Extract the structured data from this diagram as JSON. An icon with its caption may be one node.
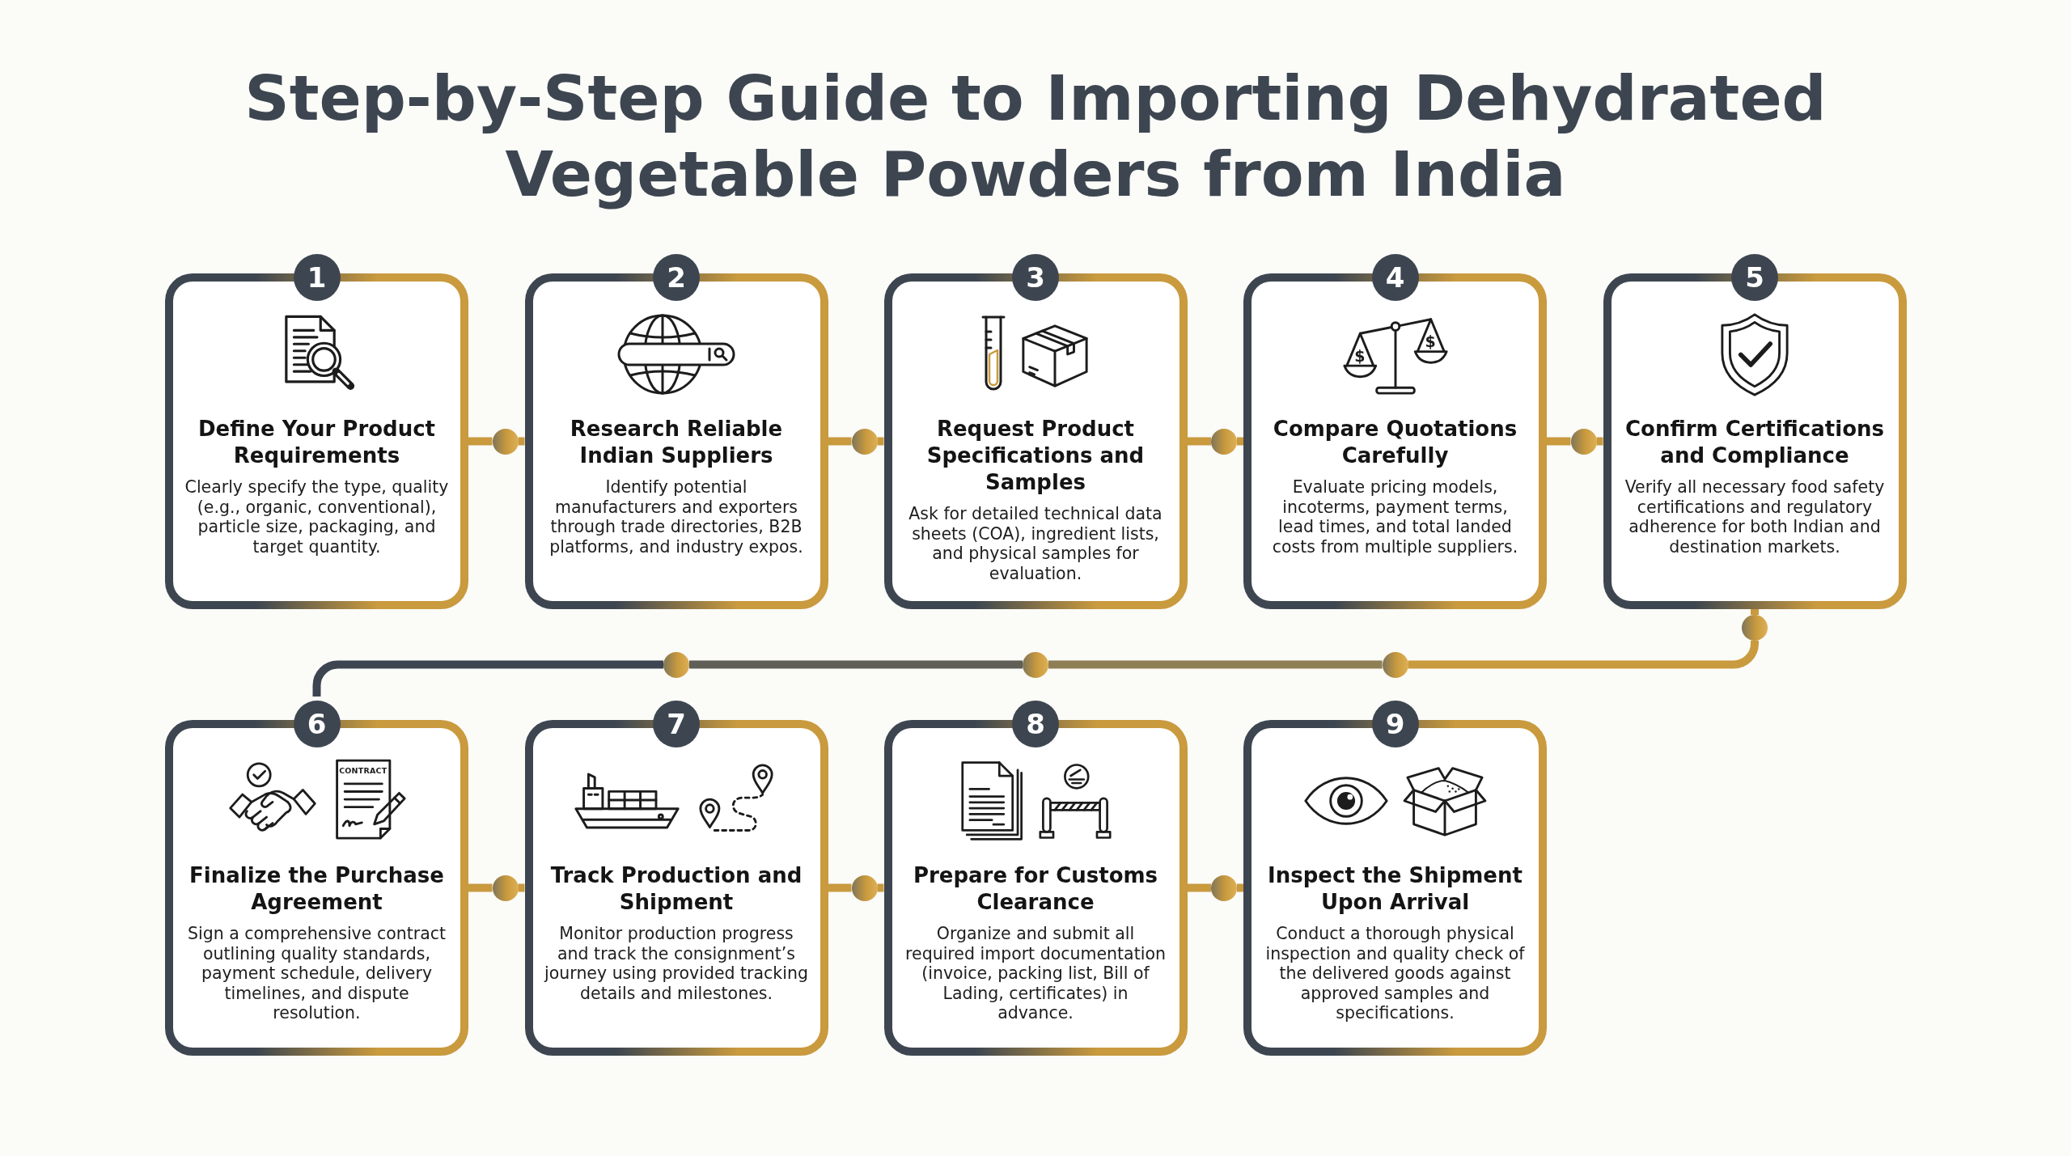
{
  "diagram": {
    "title": "Step-by-Step Guide to Importing Dehydrated Vegetable Powders from India",
    "nodes": [
      {
        "text": [
          "1",
          "Define Your Product Requirements",
          "Clearly specify the type, quality (e.g., organic, conventional), particle size, packaging, and target quantity."
        ]
      },
      {
        "text": [],
        "shape": "circle"
      },
      {
        "text": [
          "2",
          "Research Reliable Indian Suppliers",
          "Identify potential manufacturers and exporters through trade directories, B2B platforms, and industry expos."
        ]
      },
      {
        "text": [],
        "shape": "circle"
      },
      {
        "text": [
          "3",
          "Request Product Specifications and Samples",
          "Ask for detailed technical data sheets (COA), ingredient lists, and physical samples for evaluation."
        ]
      },
      {
        "text": [],
        "shape": "circle"
      },
      {
        "text": [
          "4",
          "Compare Quotations Carefully",
          "Evaluate pricing models, incoterms, payment terms, lead times, and total landed costs from multiple suppliers."
        ]
      },
      {
        "text": [],
        "shape": "circle"
      },
      {
        "text": [
          "5",
          "Confirm Certifications and Compliance",
          "Verify all necessary food safety certifications and regulatory adherence for both Indian and destination markets."
        ]
      },
      {
        "text": [],
        "shape": "circle"
      },
      {
        "text": [],
        "shape": "circle"
      },
      {
        "text": [],
        "shape": "circle"
      },
      {
        "text": [],
        "shape": "circle"
      },
      {
        "text": [
          "6",
          "Finalize the Purchase Agreement",
          "Sign a comprehensive contract outlining quality standards, payment schedule, delivery timelines, and dispute resolution."
        ]
      },
      {
        "text": [],
        "shape": "circle"
      },
      {
        "text": [
          "7",
          "Track Production and Shipment",
          "Monitor production progress and track the consignment’s journey using provided tracking details and milestones."
        ]
      },
      {
        "text": [],
        "shape": "circle"
      },
      {
        "text": [
          "8",
          "Prepare for Customs Clearance",
          "Organize and submit all required import documentation (invoice, packing list, Bill of Lading, certificates) in advance."
        ]
      },
      {
        "text": [],
        "shape": "circle"
      },
      {
        "text": [
          "9",
          "Inspect the Shipment Upon Arrival",
          "Conduct a thorough physical inspection and quality check of the delivered goods against approved samples and specifications."
        ]
      }
    ],
    "edges": [
      {
        "from": 0,
        "to": 1,
        "arrow": "none"
      },
      {
        "from": 1,
        "to": 2,
        "arrow": "none"
      },
      {
        "from": 2,
        "to": 3,
        "arrow": "none"
      },
      {
        "from": 3,
        "to": 4,
        "arrow": "none"
      },
      {
        "from": 4,
        "to": 5,
        "arrow": "none"
      },
      {
        "from": 5,
        "to": 6,
        "arrow": "none"
      },
      {
        "from": 6,
        "to": 7,
        "arrow": "none"
      },
      {
        "from": 7,
        "to": 8,
        "arrow": "none"
      },
      {
        "from": 8,
        "to": 9,
        "arrow": "none"
      },
      {
        "from": 9,
        "to": 12,
        "arrow": "none"
      },
      {
        "from": 12,
        "to": 11,
        "arrow": "none",
        "color": "#8f7f55"
      },
      {
        "from": 11,
        "to": 10,
        "arrow": "none",
        "color": "#5f5e57"
      },
      {
        "from": 10,
        "to": 13,
        "arrow": "none",
        "color": "#3d4650"
      },
      {
        "from": 13,
        "to": 14,
        "arrow": "none"
      },
      {
        "from": 14,
        "to": 15,
        "arrow": "none"
      },
      {
        "from": 15,
        "to": 16,
        "arrow": "none"
      },
      {
        "from": 16,
        "to": 17,
        "arrow": "none"
      },
      {
        "from": 17,
        "to": 18,
        "arrow": "none"
      },
      {
        "from": 18,
        "to": 19,
        "arrow": "none"
      }
    ],
    "labels": [
      "$",
      "$",
      "CONTRACT"
    ]
  }
}
